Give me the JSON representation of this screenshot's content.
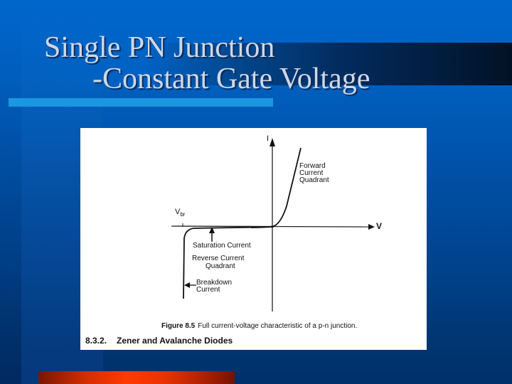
{
  "slide": {
    "title_line1": "Single PN Junction",
    "title_line2": "-Constant Gate Voltage",
    "colors": {
      "background_top": "#0066cc",
      "background_bottom": "#00306a",
      "title_text": "#cfd8e6",
      "cyan_bar": "#1b96e0",
      "orange_bar": "#ff3a00"
    }
  },
  "figure": {
    "axis_y_label": "I",
    "axis_x_label": "V",
    "vbr_label": "V",
    "vbr_sub": "br",
    "forward_label_1": "Forward",
    "forward_label_2": "Current",
    "forward_label_3": "Quadrant",
    "saturation_label": "Saturation Current",
    "reverse_label_1": "Reverse Current",
    "reverse_label_2": "Quadrant",
    "breakdown_label_1": "Breakdown",
    "breakdown_label_2": "Current",
    "caption_prefix": "Figure 8.5",
    "caption_text": "Full current-voltage characteristic of a p-n junction.",
    "section_number": "8.3.2.",
    "section_title": "Zener and Avalanche Diodes"
  }
}
